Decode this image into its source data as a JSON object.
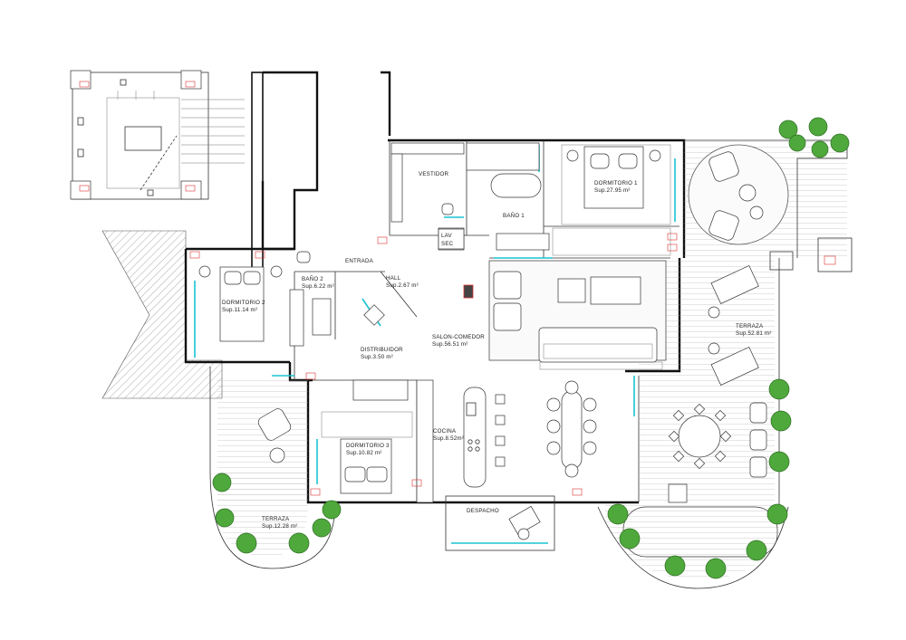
{
  "rooms": {
    "vestidor": {
      "name": "VESTIDOR"
    },
    "bano1": {
      "name": "BAÑO 1"
    },
    "dormitorio1": {
      "name": "DORMITORIO 1",
      "area": "Sup.27.95 m²"
    },
    "bano2": {
      "name": "BAÑO 2",
      "area": "Sup.6.22 m²"
    },
    "entrada": {
      "name": "ENTRADA"
    },
    "hall": {
      "name": "HALL",
      "area": "Sup.2.67 m²"
    },
    "dormitorio2": {
      "name": "DORMITORIO 2",
      "area": "Sup.11.14 m²"
    },
    "salon": {
      "name": "SALON-COMEDOR",
      "area": "Sup.56.51 m²"
    },
    "distribuidor": {
      "name": "DISTRIBUIDOR",
      "area": "Sup.3.50 m²"
    },
    "terraza_e": {
      "name": "TERRAZA",
      "area": "Sup.52.81 m²"
    },
    "cocina": {
      "name": "COCINA",
      "area": "Sup.8.52m²"
    },
    "dormitorio3": {
      "name": "DORMITORIO 3",
      "area": "Sup.10.82 m²"
    },
    "despacho": {
      "name": "DESPACHO"
    },
    "terraza_sw": {
      "name": "TERRAZA",
      "area": "Sup.12.28 m²"
    }
  },
  "fixtures": {
    "lavadora": "LAV",
    "secadora": "SEC"
  },
  "colors": {
    "walls": "#111111",
    "glazing": "#19c3d4",
    "planting": "#4fa83b",
    "columns": "#dd3333"
  }
}
